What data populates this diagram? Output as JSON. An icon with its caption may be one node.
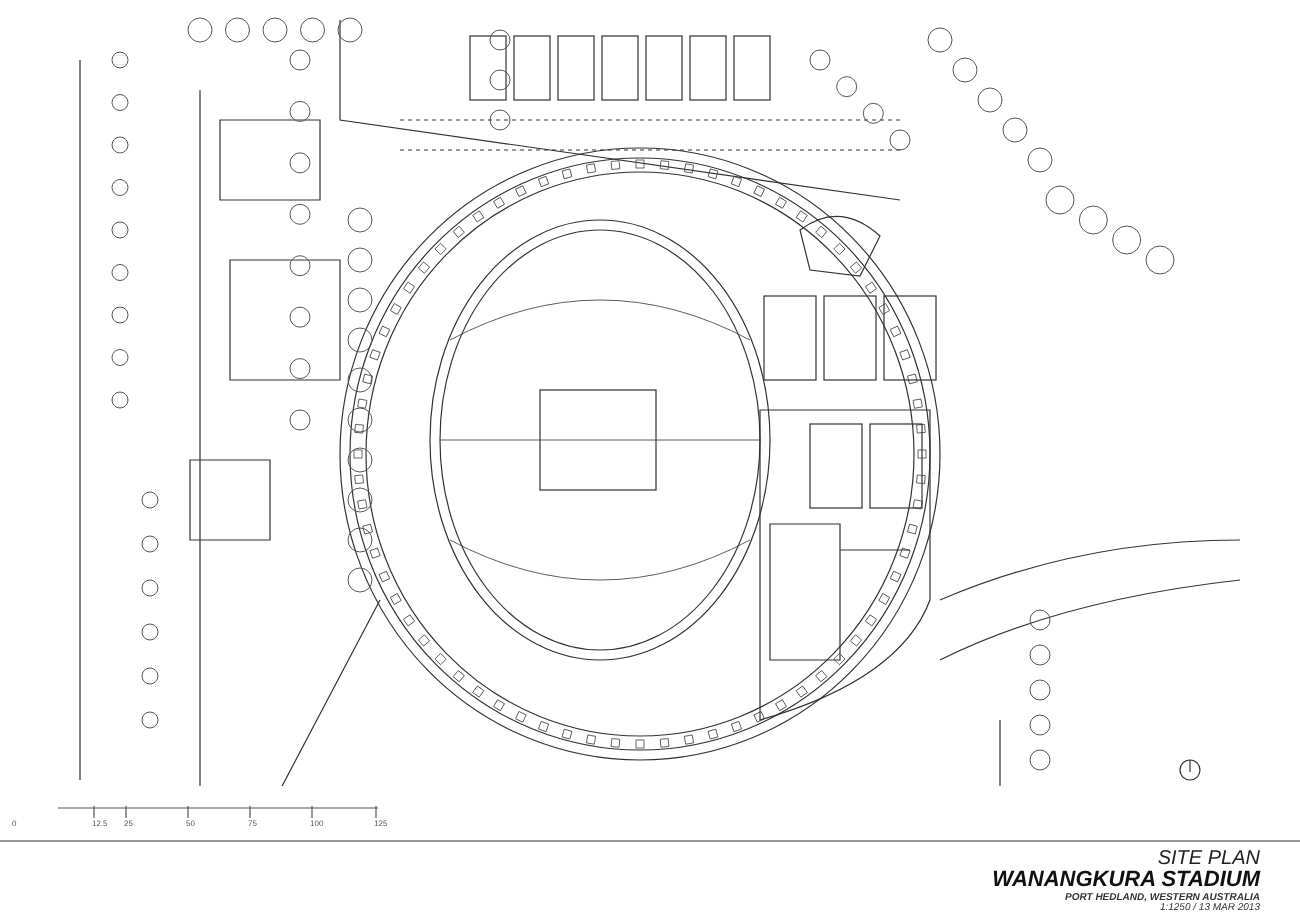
{
  "diagram": {
    "title": "SITE PLAN",
    "labels": [
      "0",
      "12.5",
      "25",
      "50",
      "75",
      "100",
      "125",
      "WANANGKURA STADIUM",
      "PORT HEDLAND, WESTERN AUSTRALIA",
      "1:1250 / 13 MAR 2013"
    ]
  }
}
